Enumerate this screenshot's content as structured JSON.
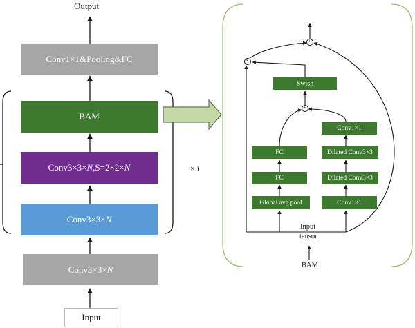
{
  "left": {
    "output_label": "Output",
    "head_block": "Conv1×1&Pooling&FC",
    "bam_block": "BAM",
    "conv_stride_block": {
      "prefix": "Conv3×3×",
      "n1": "N",
      "mid": ",S=2×2×",
      "n2": "N"
    },
    "conv_block": {
      "prefix": "Conv3×3×",
      "n": "N"
    },
    "stem_block": {
      "prefix": "Conv3×3×",
      "n": "N"
    },
    "input_block": "Input",
    "repeat_label": "× i"
  },
  "right": {
    "swish_block": "Swish",
    "channel_branch": [
      "FC",
      "FC",
      "Global avg pool"
    ],
    "spatial_branch": [
      "Conv1×1",
      "Dilated Conv3×3",
      "Dilated Conv3×3",
      "Conv1×1"
    ],
    "input_tensor_label": [
      "Input",
      "tensor"
    ],
    "plus_symbol": "+",
    "multiply_symbol": "×",
    "caption": "BAM"
  },
  "colors": {
    "gray_block": "#a6a6a6",
    "green_block": "#3d7a2f",
    "purple_block": "#702c8f",
    "blue_block": "#5b9bd5",
    "arrow_fill": "#c4d9a8"
  }
}
